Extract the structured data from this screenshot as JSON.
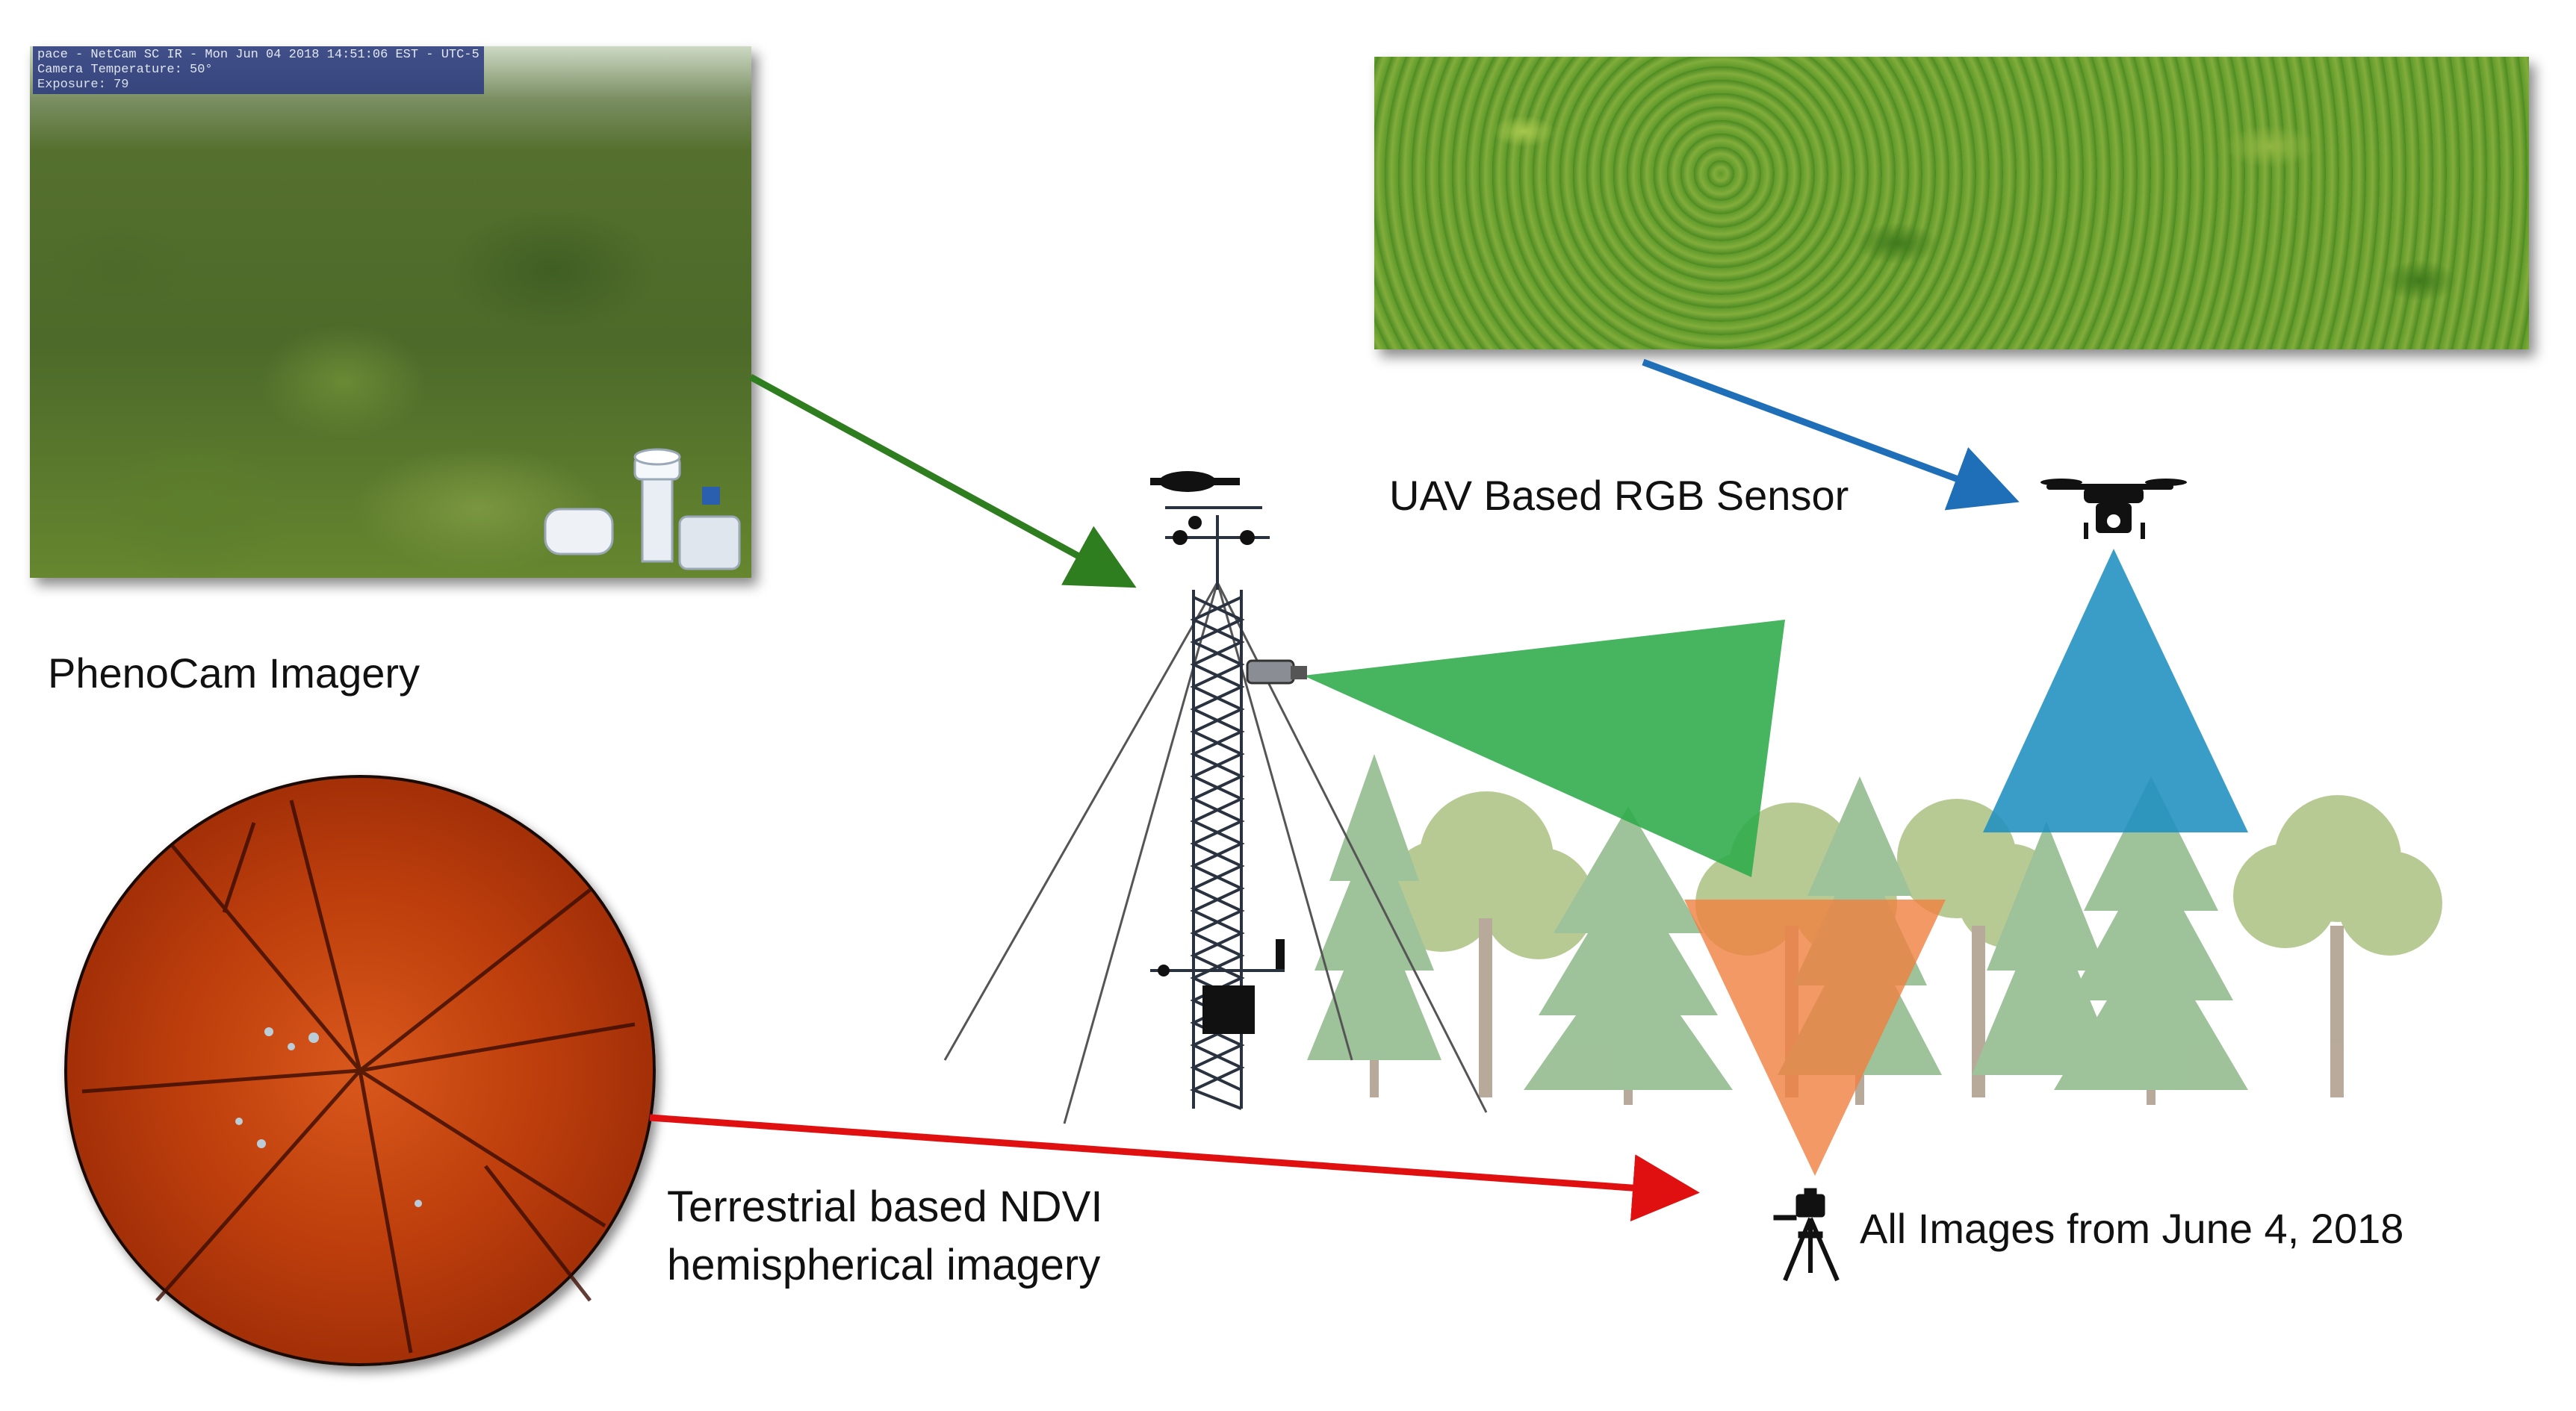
{
  "phenocam": {
    "overlay_line1": "pace - NetCam SC IR - Mon Jun 04 2018 14:51:06 EST - UTC-5",
    "overlay_line2": "Camera Temperature: 50°",
    "overlay_line3": "Exposure: 79",
    "label": "PhenoCam Imagery"
  },
  "uav": {
    "label": "UAV Based RGB Sensor"
  },
  "ndvi": {
    "label_line1": "Terrestrial based NDVI",
    "label_line2": "hemispherical imagery"
  },
  "ground_camera": {
    "label": "All Images from June 4, 2018"
  },
  "colors": {
    "arrow_phenocam": "#2e7d1e",
    "arrow_uav": "#1f6fb8",
    "arrow_ndvi": "#e01010",
    "fov_phenocam": "#2eab4a",
    "fov_uav": "#1f8fc0",
    "fov_ground": "#f08040"
  },
  "icons": [
    "weather-tower-icon",
    "drone-icon",
    "tripod-camera-icon",
    "tree-icon"
  ]
}
